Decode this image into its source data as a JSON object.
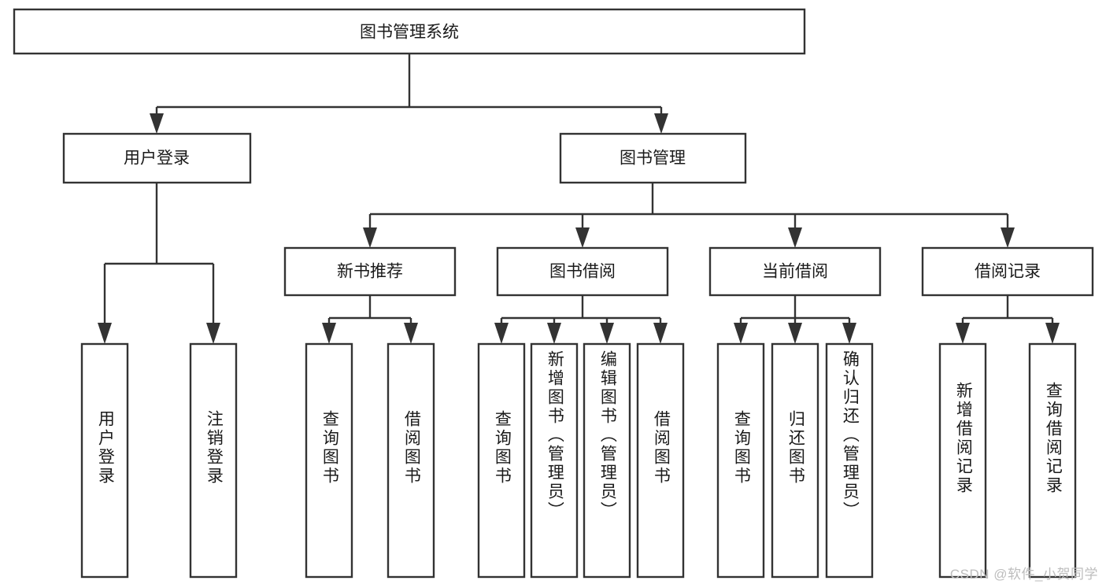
{
  "diagram": {
    "type": "tree",
    "title": "图书管理系统",
    "root": {
      "label": "图书管理系统"
    },
    "level2": [
      {
        "label": "用户登录"
      },
      {
        "label": "图书管理"
      }
    ],
    "level3": [
      {
        "label": "新书推荐"
      },
      {
        "label": "图书借阅"
      },
      {
        "label": "当前借阅"
      },
      {
        "label": "借阅记录"
      }
    ],
    "leaves": {
      "user_login": [
        {
          "label": "用户登录"
        },
        {
          "label": "注销登录"
        }
      ],
      "new_book_recommend": [
        {
          "label": "查询图书"
        },
        {
          "label": "借阅图书"
        }
      ],
      "book_borrow": [
        {
          "label": "查询图书"
        },
        {
          "label": "新增图书（管理员）"
        },
        {
          "label": "编辑图书（管理员）"
        },
        {
          "label": "借阅图书"
        }
      ],
      "current_borrow": [
        {
          "label": "查询图书"
        },
        {
          "label": "归还图书"
        },
        {
          "label": "确认归还（管理员）"
        }
      ],
      "borrow_record": [
        {
          "label": "新增借阅记录"
        },
        {
          "label": "查询借阅记录"
        }
      ]
    },
    "colors": {
      "box_stroke": "#333333",
      "box_fill": "#ffffff",
      "text": "#1a1a1a",
      "background": "#ffffff",
      "watermark": "#bdbdbd"
    }
  },
  "watermark": {
    "text": "CSDN @软件_小贺同学"
  }
}
